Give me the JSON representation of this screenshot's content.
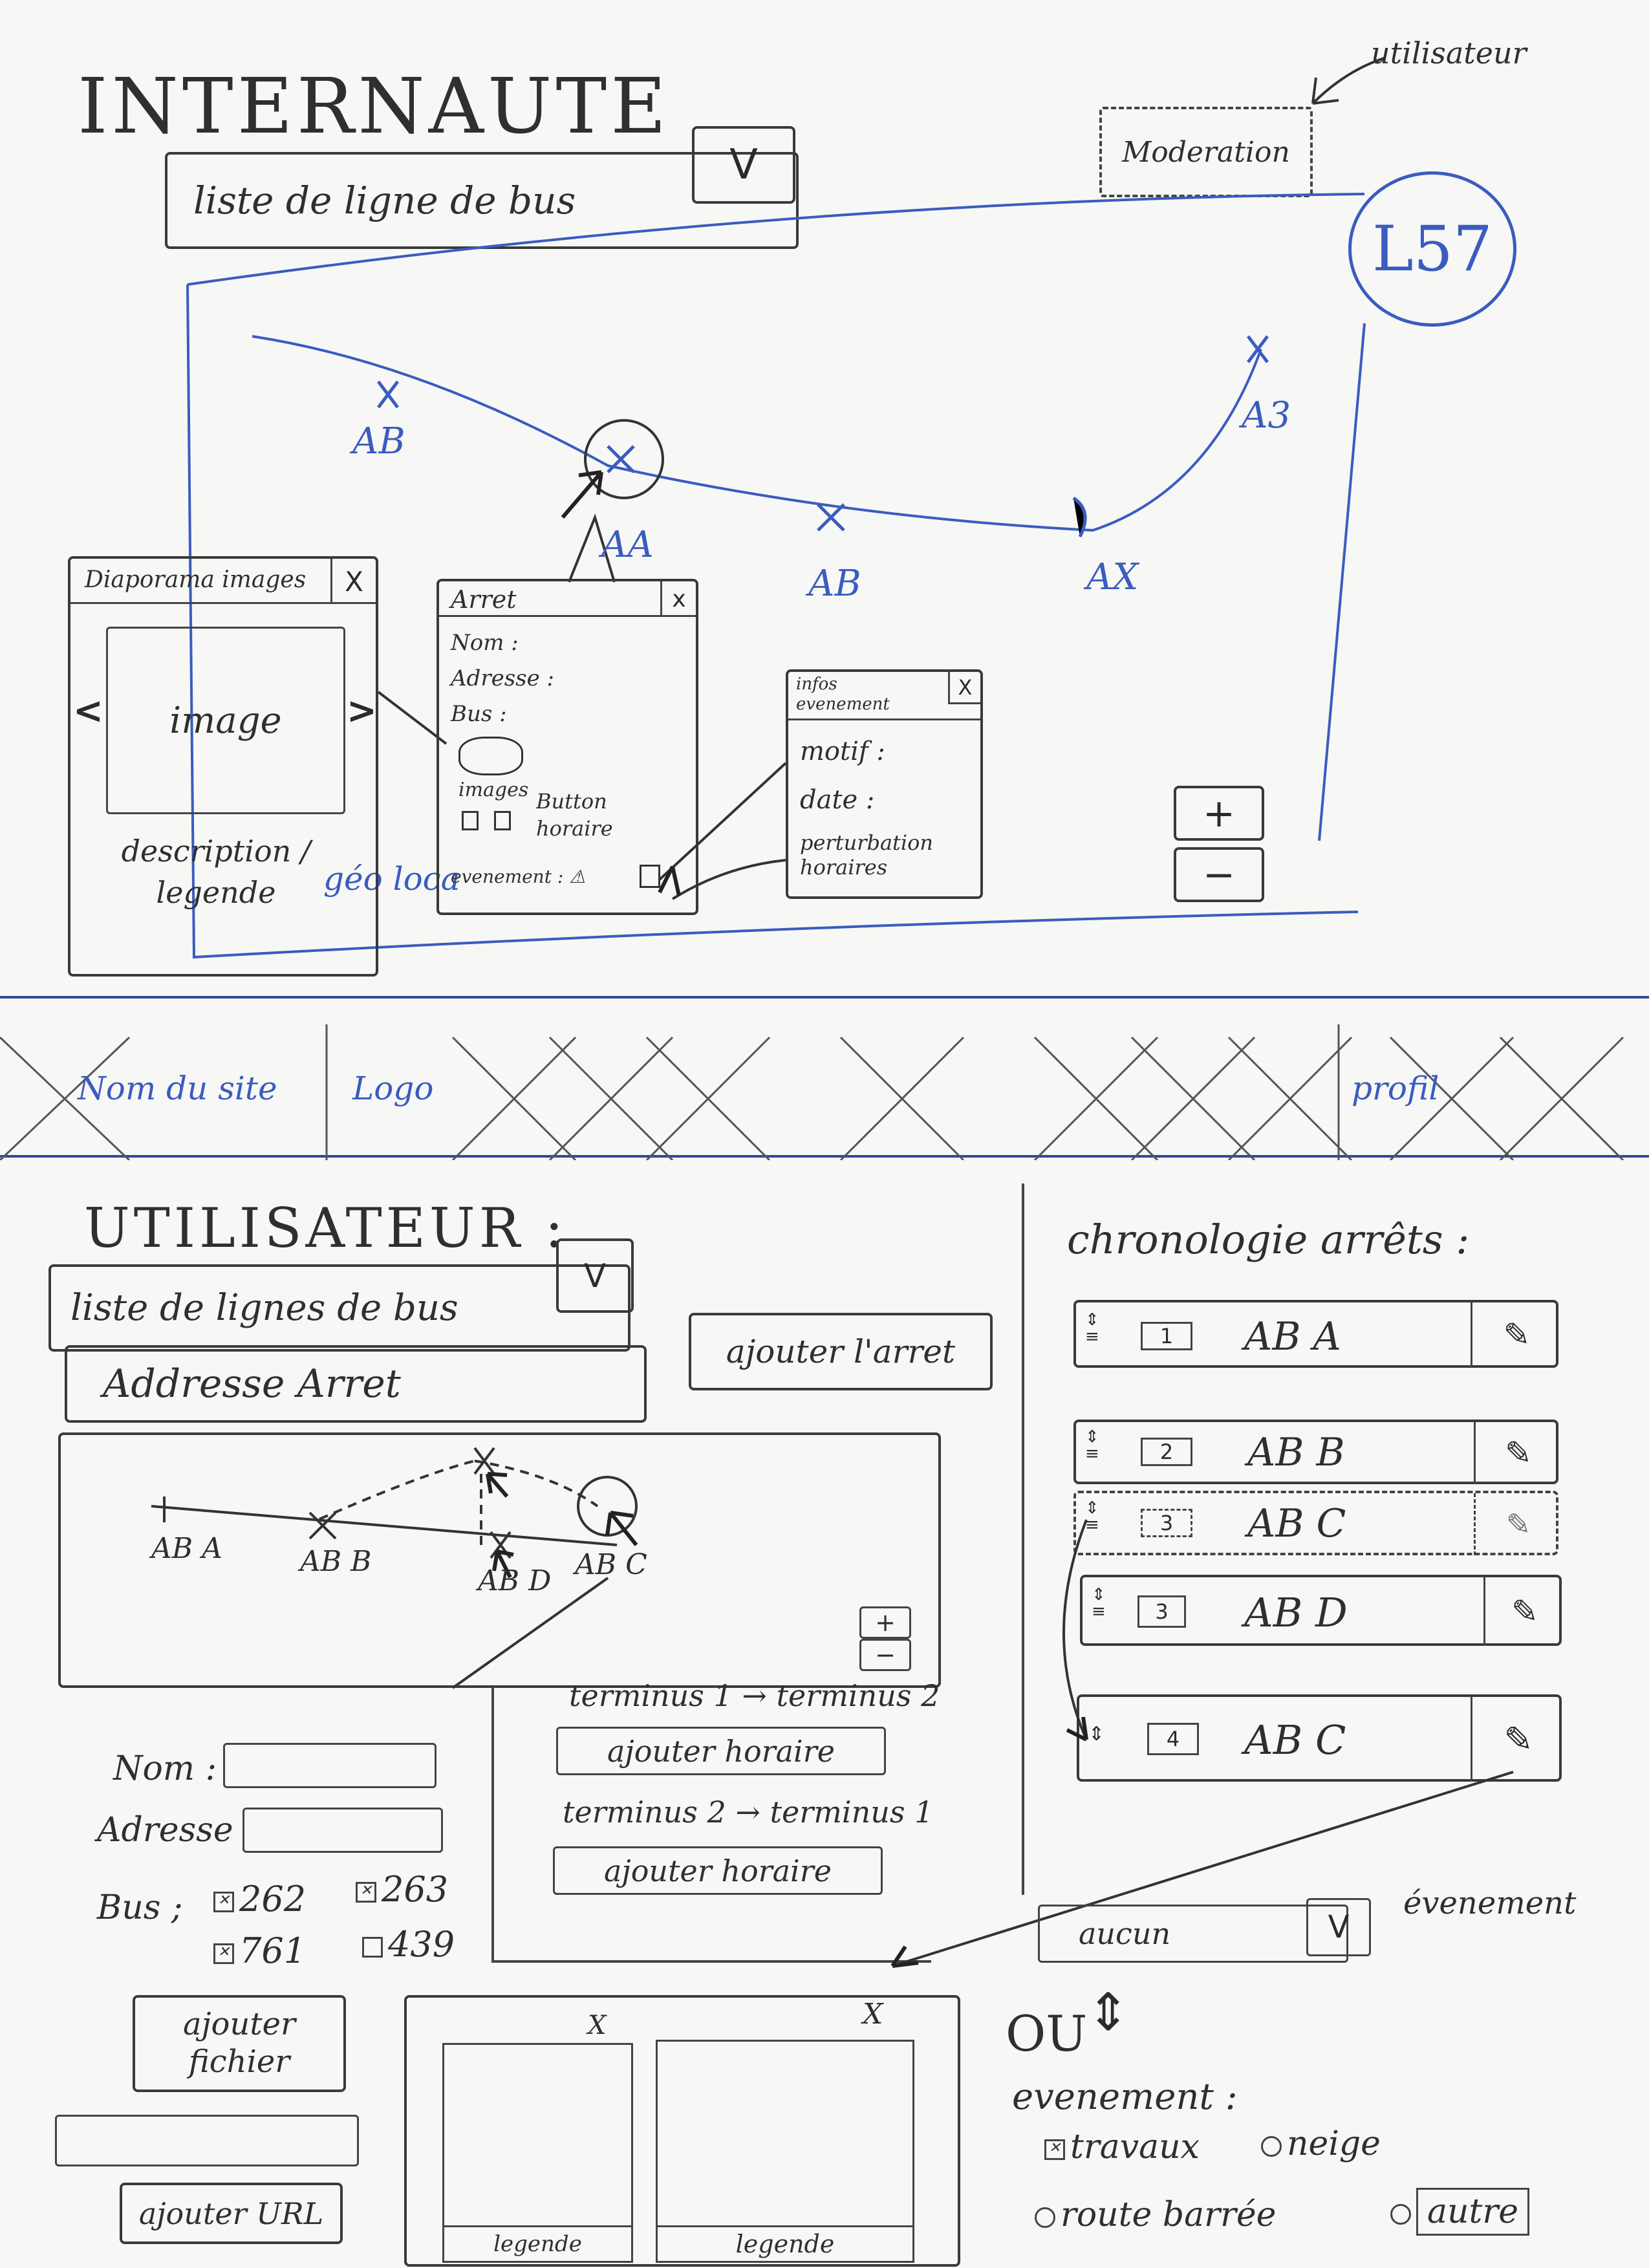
{
  "top": {
    "title": "INTERNAUTE",
    "line_select": {
      "label": "liste de ligne de bus",
      "arrow": "V"
    },
    "moderation": {
      "label": "Moderation",
      "annotation": "utilisateur"
    },
    "line_badge": "L57",
    "map_stops": [
      "AB",
      "AA",
      "AB",
      "AX",
      "A3"
    ],
    "zoom": {
      "plus": "+",
      "minus": "−"
    },
    "map_note": "géo loca",
    "slideshow": {
      "title": "Diaporama images",
      "close": "X",
      "image": "image",
      "prev": "<",
      "next": ">",
      "description": "description / legende"
    },
    "stop_popup": {
      "title": "Arret",
      "close": "x",
      "fields": [
        "Nom :",
        "Adresse :",
        "Bus :"
      ],
      "images_label": "images",
      "button_label": "Button horaire",
      "event_label": "evenement : ⚠"
    },
    "event_popup": {
      "title": "infos evenement",
      "close": "X",
      "fields": [
        "motif :",
        "date :",
        "perturbation horaires"
      ]
    }
  },
  "header_bar": {
    "site_name": "Nom du site",
    "logo": "Logo",
    "profile": "profil"
  },
  "user": {
    "title": "UTILISATEUR :",
    "line_select": {
      "label": "liste de lignes de bus",
      "arrow": "V"
    },
    "add_stop_button": "ajouter l'arret",
    "address_input": "Addresse Arret",
    "map_stops": [
      "AB A",
      "AB B",
      "AB D",
      "AB C"
    ],
    "zoom": {
      "plus": "+",
      "minus": "−"
    },
    "form": {
      "name_label": "Nom :",
      "address_label": "Adresse",
      "bus_label": "Bus ;",
      "buses": [
        {
          "label": "262",
          "checked": true
        },
        {
          "label": "263",
          "checked": true
        },
        {
          "label": "761",
          "checked": true
        },
        {
          "label": "439",
          "checked": false
        }
      ],
      "add_file_button": "ajouter fichier",
      "add_url_button": "ajouter URL"
    },
    "schedule": {
      "row1": "terminus 1 → terminus 2",
      "add1": "ajouter horaire",
      "row2": "terminus 2 → terminus 1",
      "add2": "ajouter horaire"
    },
    "previews": {
      "close": "X",
      "legend": "legende"
    },
    "chronology": {
      "title": "chronologie arrêts :",
      "items": [
        {
          "num": "1",
          "label": "AB A"
        },
        {
          "num": "2",
          "label": "AB B"
        },
        {
          "num": "3",
          "label": "AB C"
        },
        {
          "num": "3",
          "label": "AB D"
        },
        {
          "num": "4",
          "label": "AB C"
        }
      ]
    },
    "event_select": {
      "value": "aucun",
      "arrow": "V",
      "annotation": "évenement"
    },
    "or_label": "OU",
    "event_section": {
      "label": "evenement :",
      "options": [
        {
          "label": "travaux",
          "checked": true
        },
        {
          "label": "neige",
          "checked": false
        },
        {
          "label": "route barrée",
          "checked": false
        },
        {
          "label": "autre",
          "checked": false,
          "boxed": true
        }
      ]
    }
  }
}
